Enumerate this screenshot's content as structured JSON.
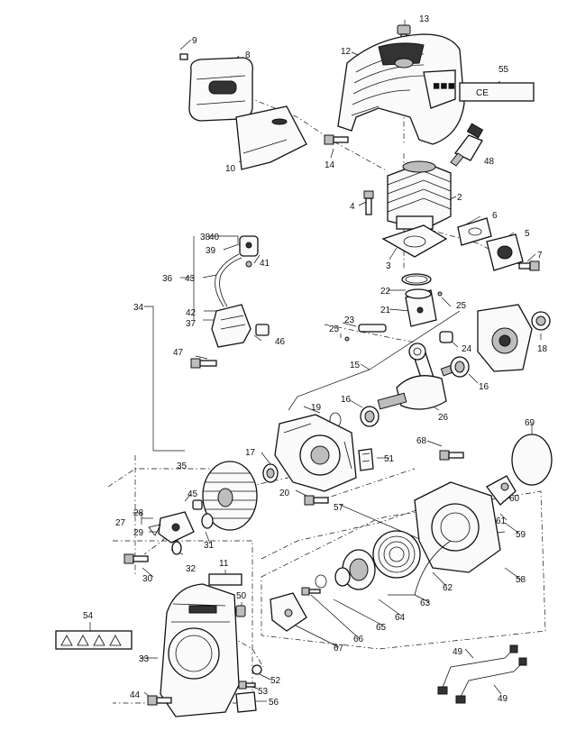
{
  "labels": {
    "l2": "2",
    "l3": "3",
    "l4": "4",
    "l5": "5",
    "l6": "6",
    "l7": "7",
    "l8": "8",
    "l9": "9",
    "l10": "10",
    "l11": "11",
    "l12": "12",
    "l13": "13",
    "l14": "14",
    "l15": "15",
    "l16a": "16",
    "l16b": "16",
    "l17": "17",
    "l18": "18",
    "l19": "19",
    "l20": "20",
    "l21": "21",
    "l22": "22",
    "l23": "23",
    "l24": "24",
    "l25a": "25",
    "l25b": "25",
    "l26": "26",
    "l27": "27",
    "l28": "28",
    "l29": "29",
    "l30": "30",
    "l31": "31",
    "l32": "32",
    "l33": "33",
    "l34": "34",
    "l35": "35",
    "l36": "36",
    "l37": "37",
    "l38": "38",
    "l39": "39",
    "l40": "40",
    "l41": "41",
    "l42": "42",
    "l43": "43",
    "l44": "44",
    "l45": "45",
    "l46": "46",
    "l47": "47",
    "l48": "48",
    "l49a": "49",
    "l49b": "49",
    "l50": "50",
    "l51": "51",
    "l52": "52",
    "l53": "53",
    "l54": "54",
    "l55": "55",
    "l56": "56",
    "l57": "57",
    "l58": "58",
    "l59": "59",
    "l60": "60",
    "l61": "61",
    "l62": "62",
    "l63": "63",
    "l64": "64",
    "l65": "65",
    "l66": "66",
    "l67": "67",
    "l68": "68",
    "l69": "69"
  },
  "ce_mark": "CE",
  "icons": {
    "cover_logo": "logo-plate",
    "warning_decal": "warning-symbols-decal"
  }
}
